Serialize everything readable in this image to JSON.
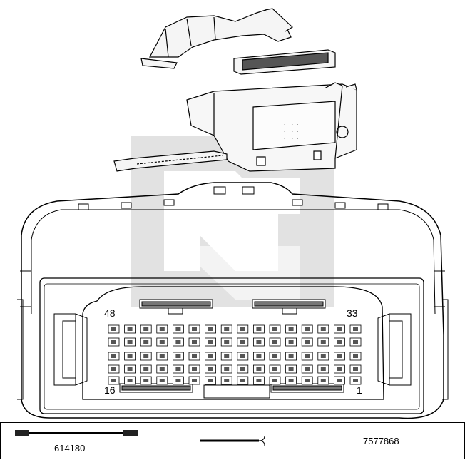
{
  "diagram": {
    "pin_labels": {
      "top_left": "48",
      "top_right": "33",
      "bottom_left": "16",
      "bottom_right": "1"
    }
  },
  "footer": {
    "cells": [
      {
        "icon": "cable-icon",
        "label": "614180"
      },
      {
        "icon": "wire-terminal-icon",
        "label": ""
      },
      {
        "icon": "",
        "label": "7577868"
      }
    ]
  },
  "colors": {
    "line": "#000000",
    "watermark": "#d9d9d9",
    "pin_fill": "#555555"
  }
}
